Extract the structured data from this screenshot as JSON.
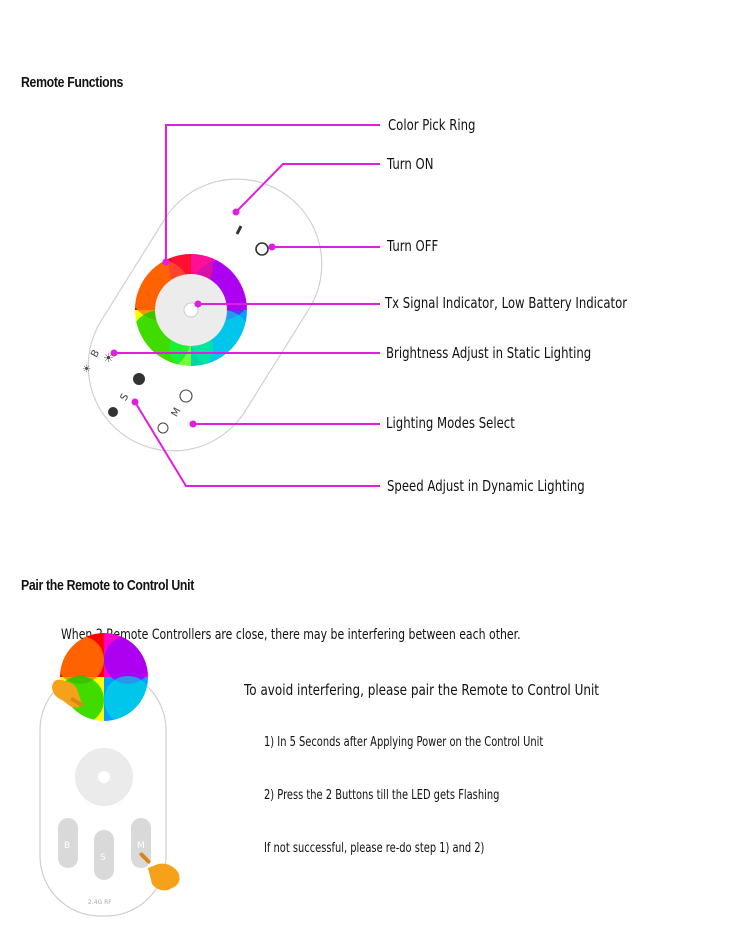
{
  "section1": {
    "title": "Remote Functions",
    "callouts": [
      "Color Pick Ring",
      "Turn ON",
      "Turn OFF",
      "Tx Signal Indicator, Low Battery Indicator",
      "Brightness Adjust in Static Lighting",
      "Lighting Modes Select",
      "Speed Adjust in Dynamic Lighting"
    ],
    "remote_labels": {
      "brightness": "B",
      "speed": "S",
      "mode": "M"
    }
  },
  "section2": {
    "title": "Pair the Remote to Control Unit",
    "intro": "When 2 Remote Controllers are close, there may be interfering between each other.",
    "heading": "To avoid interfering, please pair the Remote to Control Unit",
    "steps": [
      "1)     In 5 Seconds after Applying Power on the Control Unit",
      "2)    Press the 2 Buttons till the LED gets Flashing"
    ],
    "note": "If not successful, please re-do step 1) and 2)",
    "remote_labels": {
      "brightness": "B",
      "speed": "S",
      "mode": "M",
      "rf": "2.4G RF"
    }
  },
  "colors": {
    "callout_line": "#e01ee0",
    "hand": "#f5a21a"
  }
}
